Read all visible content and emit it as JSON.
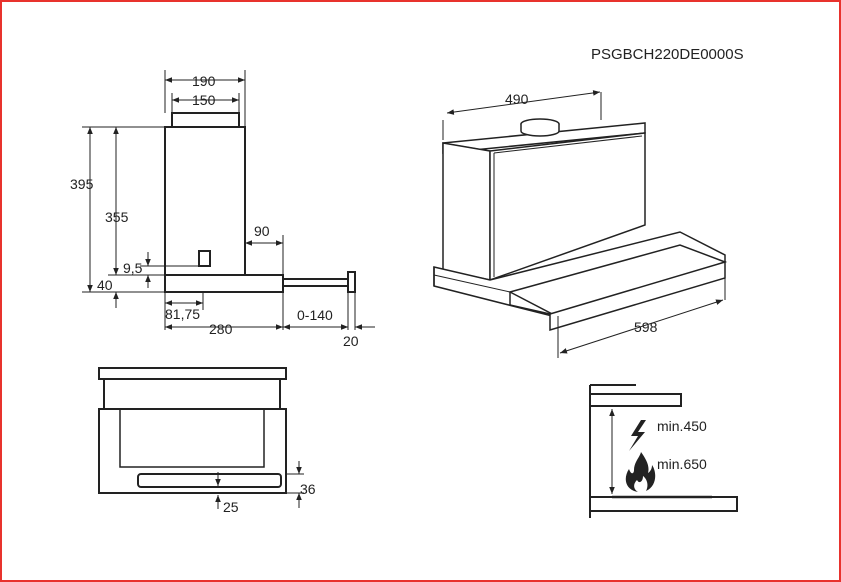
{
  "model": "PSGBCH220DE0000S",
  "side_view": {
    "dims": {
      "w190": "190",
      "w150": "150",
      "h395": "395",
      "h355": "355",
      "d90": "90",
      "d9_5": "9,5",
      "d40": "40",
      "d81_75": "81,75",
      "d280": "280",
      "d0_140": "0-140",
      "d20": "20"
    }
  },
  "iso_view": {
    "dims": {
      "w490": "490",
      "w598": "598"
    }
  },
  "front_view": {
    "dims": {
      "d36": "36",
      "d25": "25"
    }
  },
  "clearance": {
    "electric_label": "min.450",
    "gas_label": "min.650",
    "electric_icon": "lightning-icon",
    "gas_icon": "flame-icon"
  },
  "colors": {
    "border": "#e8322d",
    "line": "#222222"
  }
}
